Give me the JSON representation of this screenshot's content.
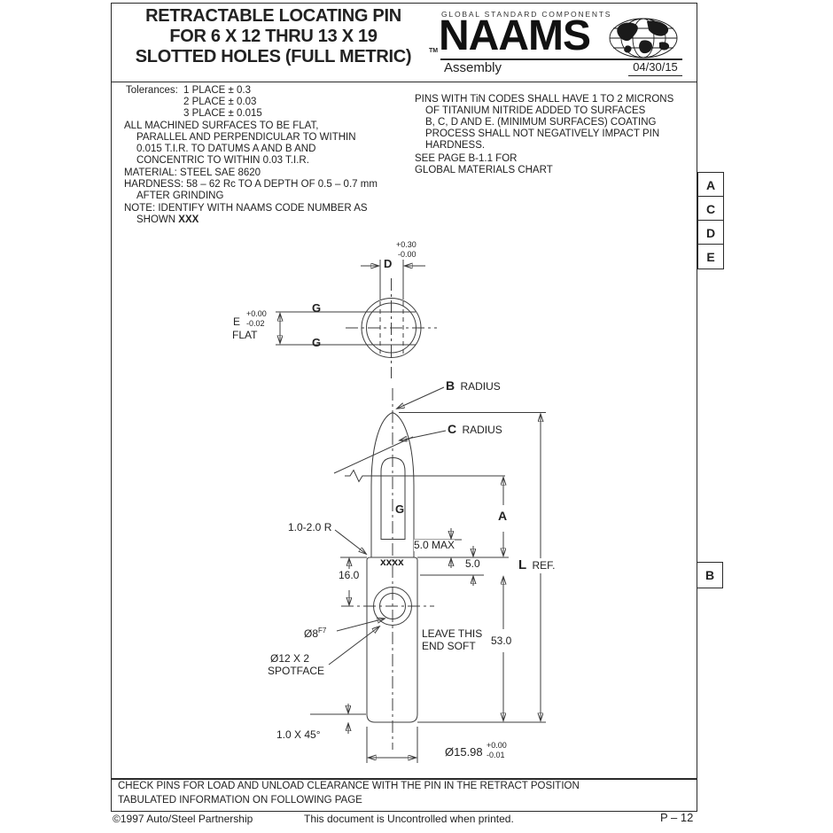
{
  "header": {
    "title_line1": "RETRACTABLE LOCATING PIN",
    "title_line2": "FOR 6 X 12 THRU 13 X 19",
    "title_line3": "SLOTTED HOLES (FULL METRIC)",
    "trademark": "TM",
    "tagline": "GLOBAL STANDARD COMPONENTS",
    "brand": "NAAMS",
    "subtitle": "Assembly",
    "date": "04/30/15",
    "globe_icon": "globe-icon"
  },
  "zones": {
    "z1": "A",
    "z2": "C",
    "z3": "D",
    "z4": "E",
    "z5": "B"
  },
  "notes_left": {
    "label": "Tolerances:",
    "tol1": "1 PLACE ± 0.3",
    "tol2": "2 PLACE ± 0.03",
    "tol3": "3 PLACE ± 0.015",
    "l1": "ALL MACHINED SURFACES TO BE FLAT,",
    "l2": "PARALLEL AND PERPENDICULAR TO WITHIN",
    "l3": "0.015 T.I.R. TO DATUMS A AND B AND",
    "l4": "CONCENTRIC TO WITHIN 0.03 T.I.R.",
    "l5": "MATERIAL: STEEL SAE 8620",
    "l6": "HARDNESS: 58 – 62 Rc TO A DEPTH OF 0.5 – 0.7 mm",
    "l7": "AFTER GRINDING",
    "l8": "NOTE: IDENTIFY WITH NAAMS CODE NUMBER AS",
    "l9a": "SHOWN ",
    "l9b": "XXX"
  },
  "notes_right": {
    "r1": "PINS WITH TiN CODES SHALL HAVE 1 TO 2 MICRONS",
    "r2": "OF TITANIUM NITRIDE ADDED TO SURFACES",
    "r3": "B, C, D AND E. (MINIMUM SURFACES) COATING",
    "r4": "PROCESS SHALL NOT NEGATIVELY IMPACT PIN",
    "r5": "HARDNESS.",
    "r6": "SEE PAGE B-1.1 FOR",
    "r7": "GLOBAL MATERIALS CHART"
  },
  "dims": {
    "d_plus": "+0.30",
    "d_minus": "-0.00",
    "d": "D",
    "e": "E",
    "e_plus": "+0.00",
    "e_minus": "-0.02",
    "flat": "FLAT",
    "g": "G",
    "b": "B",
    "c": "C",
    "radius": "RADIUS",
    "corner_r": "1.0-2.0 R",
    "max5": "5.0 MAX",
    "a": "A",
    "stamp": "xxxx",
    "five": "5.0",
    "l": "L",
    "ref": "REF.",
    "sixteen": "16.0",
    "dia8": "Ø8",
    "dia8_fit": "F7",
    "leave1": "LEAVE THIS",
    "leave2": "END SOFT",
    "fiftythree": "53.0",
    "dia12": "Ø12 X 2",
    "spotface": "SPOTFACE",
    "chamfer": "1.0 X 45°",
    "dia_body": "Ø15.98",
    "body_plus": "+0.00",
    "body_minus": "-0.01"
  },
  "bottom_note": {
    "line1": "CHECK PINS FOR LOAD AND UNLOAD CLEARANCE WITH THE PIN IN THE RETRACT POSITION",
    "line2": "TABULATED INFORMATION ON FOLLOWING PAGE"
  },
  "footer": {
    "copyright": "©1997 Auto/Steel Partnership",
    "notice": "This document is Uncontrolled when printed.",
    "page": "P – 12"
  }
}
